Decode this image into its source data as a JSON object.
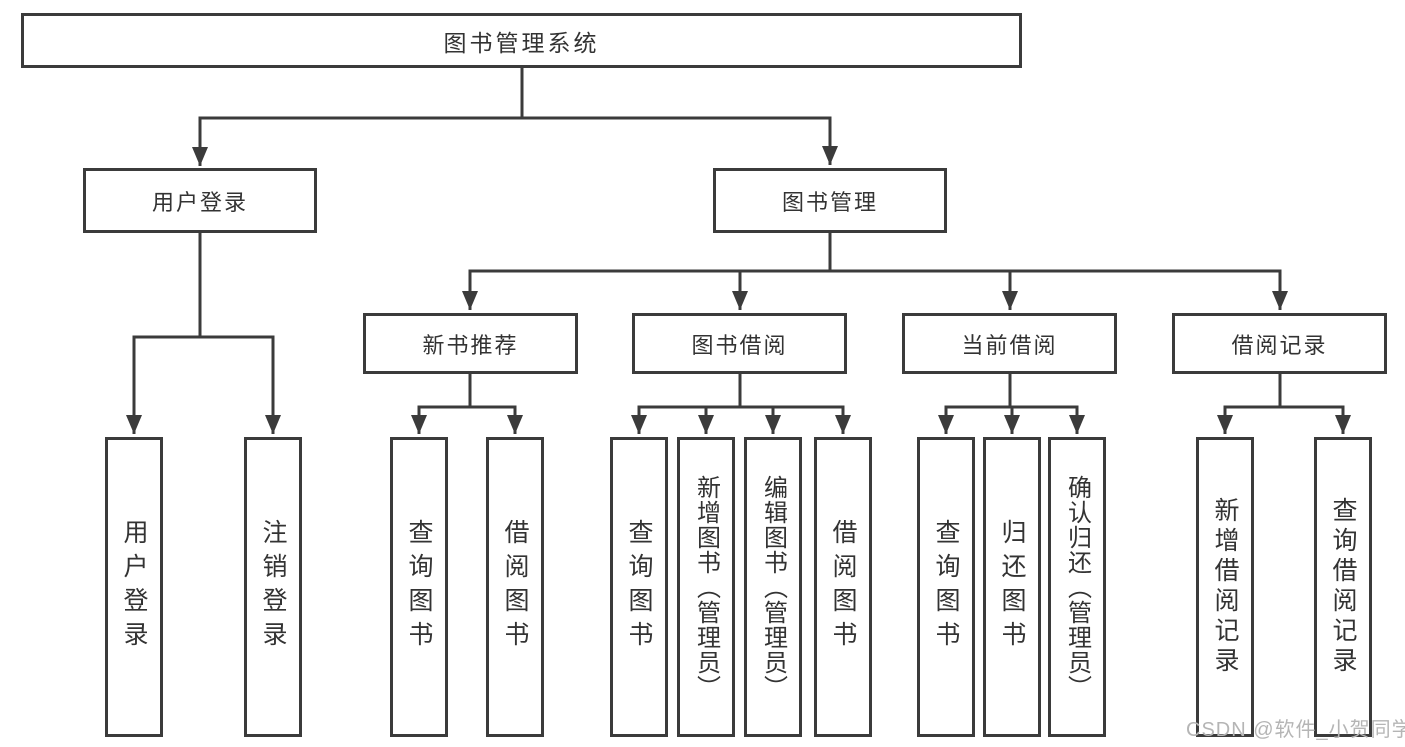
{
  "diagram": {
    "root": {
      "label": "图书管理系统"
    },
    "level1": [
      {
        "label": "用户登录"
      },
      {
        "label": "图书管理"
      }
    ],
    "level2": [
      {
        "label": "新书推荐",
        "parent": "图书管理"
      },
      {
        "label": "图书借阅",
        "parent": "图书管理"
      },
      {
        "label": "当前借阅",
        "parent": "图书管理"
      },
      {
        "label": "借阅记录",
        "parent": "图书管理"
      }
    ],
    "leaves": [
      {
        "label": "用户登录",
        "parent": "用户登录"
      },
      {
        "label": "注销登录",
        "parent": "用户登录"
      },
      {
        "label": "查询图书",
        "parent": "新书推荐"
      },
      {
        "label": "借阅图书",
        "parent": "新书推荐"
      },
      {
        "label": "查询图书",
        "parent": "图书借阅"
      },
      {
        "label": "新增图书（管理员）",
        "parent": "图书借阅"
      },
      {
        "label": "编辑图书（管理员）",
        "parent": "图书借阅"
      },
      {
        "label": "借阅图书",
        "parent": "图书借阅"
      },
      {
        "label": "查询图书",
        "parent": "当前借阅"
      },
      {
        "label": "归还图书",
        "parent": "当前借阅"
      },
      {
        "label": "确认归还（管理员）",
        "parent": "当前借阅"
      },
      {
        "label": "新增借阅记录",
        "parent": "借阅记录"
      },
      {
        "label": "查询借阅记录",
        "parent": "借阅记录"
      }
    ],
    "watermark": "CSDN @软件_小贺同学",
    "colors": {
      "line": "#3b3b3b",
      "text": "#333333",
      "watermark": "#b5b5b5",
      "background": "#ffffff"
    }
  }
}
